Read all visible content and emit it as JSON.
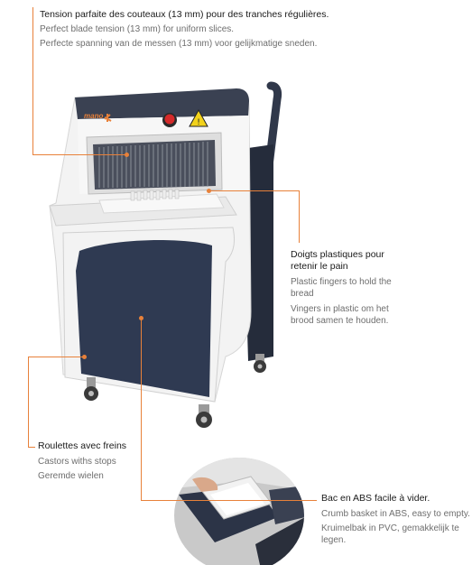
{
  "blade": {
    "fr": "Tension parfaite des couteaux (13 mm) pour des tranches régulières.",
    "en": "Perfect blade tension (13 mm) for uniform slices.",
    "nl": "Perfecte spanning van de messen (13 mm) voor gelijkmatige sneden."
  },
  "fingers": {
    "fr_1": "Doigts plastiques pour",
    "fr_2": "retenir le pain",
    "en_1": "Plastic fingers to hold the",
    "en_2": "bread",
    "nl_1": "Vingers in plastic om het",
    "nl_2": "brood samen te houden."
  },
  "castors": {
    "fr": "Roulettes avec freins",
    "en": "Castors withs stops",
    "nl": "Geremde wielen"
  },
  "basket": {
    "fr": "Bac en ABS facile à vider.",
    "en": "Crumb basket in ABS, easy to empty.",
    "nl_1": "Kruimelbak in PVC, gemakkelijk te",
    "nl_2": "legen."
  },
  "brand": {
    "logo": "mano"
  },
  "colors": {
    "accent": "#e8813a",
    "body": "#f2f2f2",
    "panel": "#2f3a52",
    "top": "#3b4254"
  }
}
